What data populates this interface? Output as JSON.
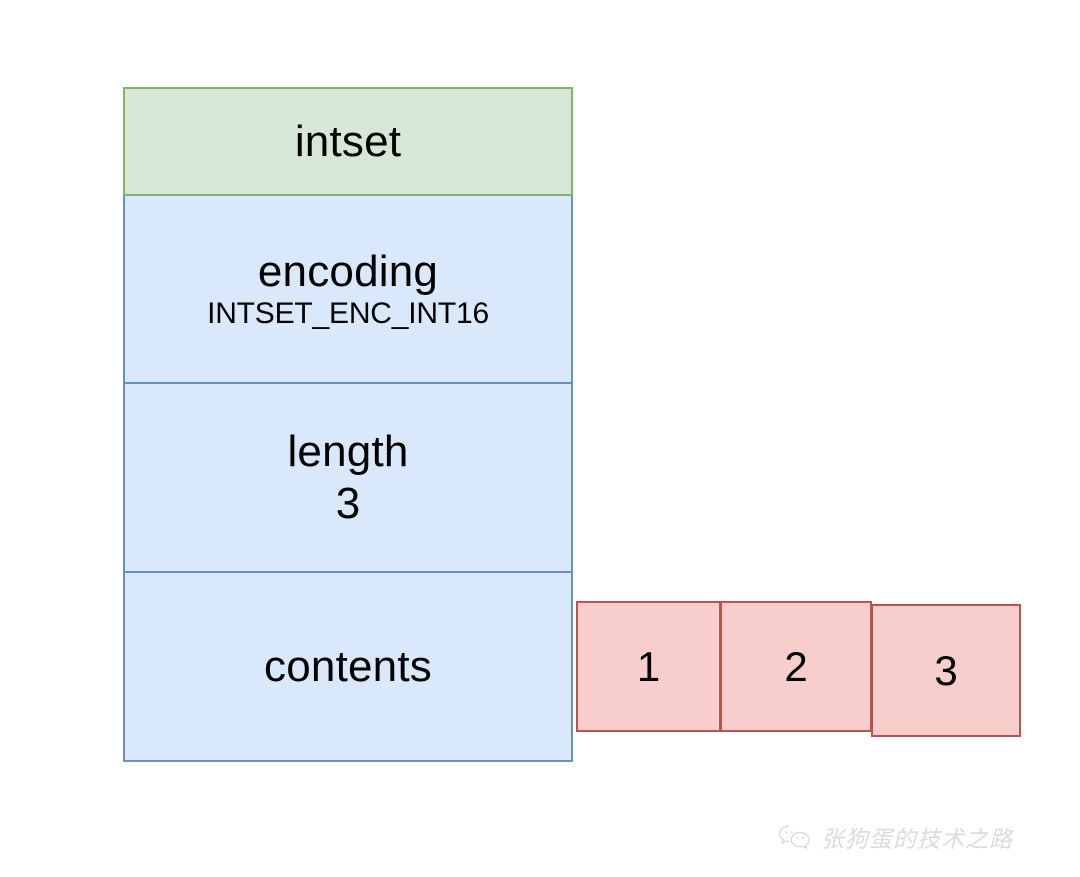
{
  "diagram": {
    "title_cell": {
      "label": "intset",
      "fill": "#d6e8d5",
      "stroke": "#85b367"
    },
    "fields": [
      {
        "name": "encoding",
        "value": "INTSET_ENC_INT16",
        "fill": "#dae8fc",
        "stroke": "#6c8ebf"
      },
      {
        "name": "length",
        "value": "3",
        "fill": "#dae8fc",
        "stroke": "#6c8ebf"
      },
      {
        "name": "contents",
        "value": "",
        "fill": "#dae8fc",
        "stroke": "#6c8ebf"
      }
    ],
    "contents_array": {
      "fill": "#f8cecc",
      "stroke": "#b85450",
      "items": [
        "1",
        "2",
        "3"
      ]
    }
  },
  "watermark": {
    "icon": "wechat-logo-icon",
    "text": "张狗蛋的技术之路",
    "color": "#8a8a8a"
  }
}
